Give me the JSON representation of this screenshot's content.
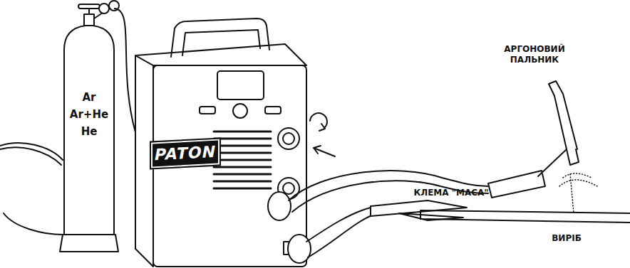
{
  "diagram": {
    "nodes": [
      {
        "text": [
          "Ar",
          "Ar+He",
          "He"
        ]
      },
      {
        "text": [
          "PATON"
        ]
      }
    ],
    "edges": [
      {
        "from": 0,
        "to": 1,
        "arrow": "none"
      }
    ],
    "labels": [
      "АРГОНОВИЙ ПАЛЬНИК",
      "КЛЕМА \"МАСА\"",
      "ВИРІБ"
    ]
  }
}
